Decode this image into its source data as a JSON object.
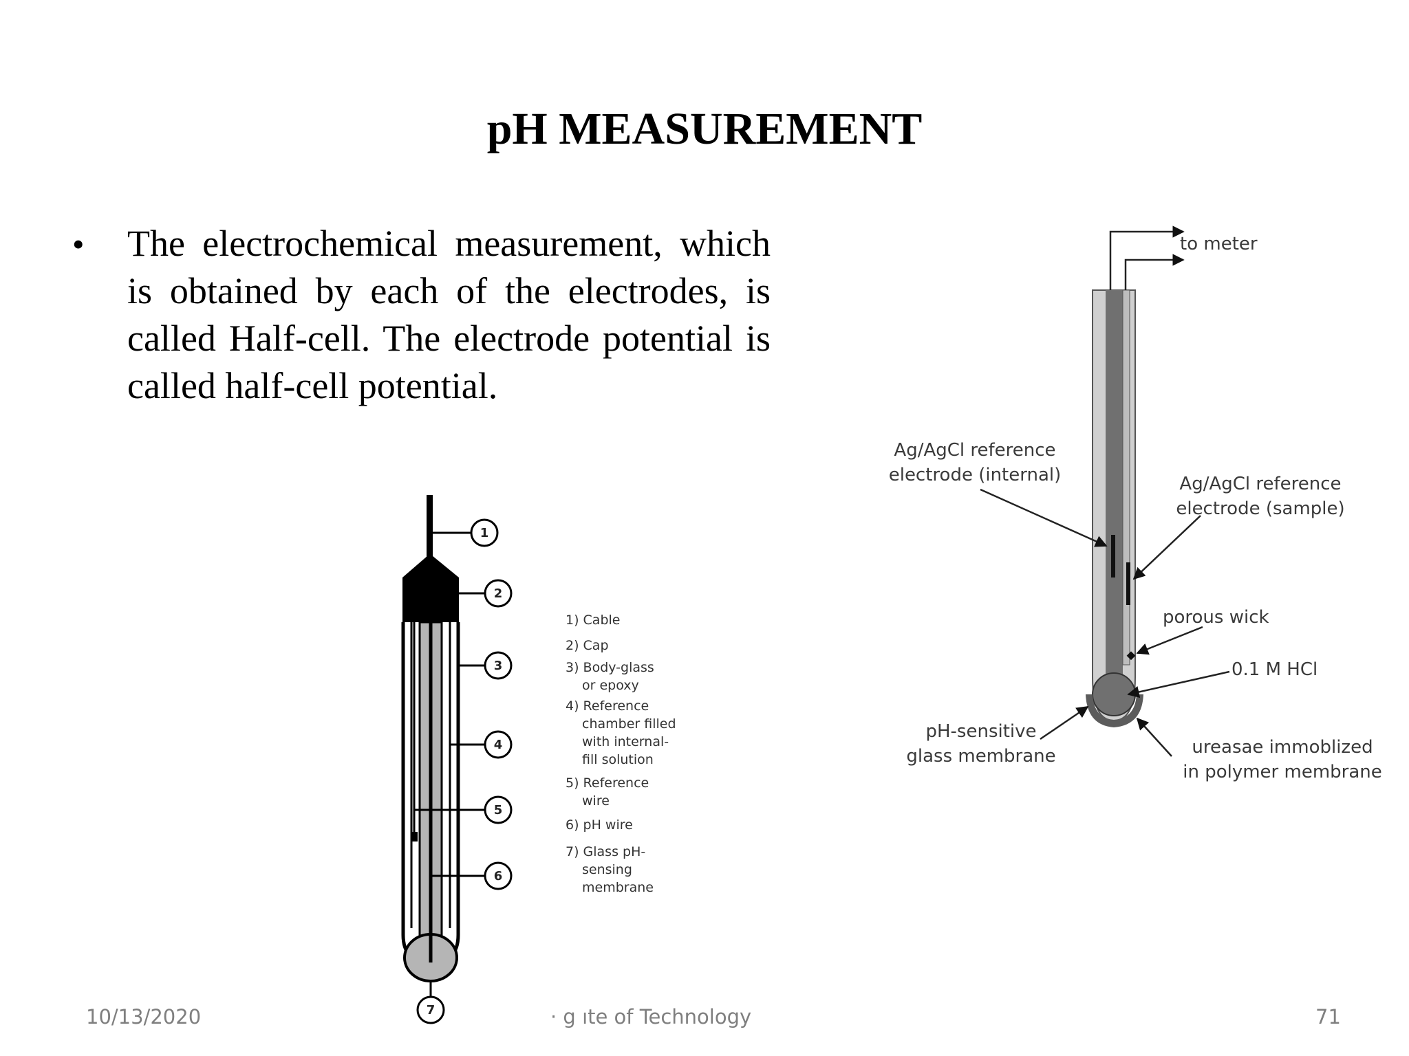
{
  "slide": {
    "title": "pH MEASUREMENT",
    "bullet": "The electrochemical measurement, which is obtained by each of the electrodes, is called Half-cell. The electrode potential is called half-cell potential.",
    "footer": {
      "date": "10/13/2020",
      "institution": "· g     ıte of Technology",
      "page": "71"
    }
  },
  "left_figure": {
    "numbers": [
      "1",
      "2",
      "3",
      "4",
      "5",
      "6",
      "7"
    ],
    "legend": [
      [
        "1) Cable"
      ],
      [
        "2) Cap"
      ],
      [
        "3) Body-glass",
        "or epoxy"
      ],
      [
        "4) Reference",
        "chamber filled",
        "with internal-",
        "fill solution"
      ],
      [
        "5) Reference",
        "wire"
      ],
      [
        "6) pH wire"
      ],
      [
        "7) Glass pH-",
        "sensing",
        "membrane"
      ]
    ]
  },
  "right_figure": {
    "to_meter": "to meter",
    "ref_internal": [
      "Ag/AgCl reference",
      "electrode (internal)"
    ],
    "ref_sample": [
      "Ag/AgCl reference",
      "electrode (sample)"
    ],
    "porous_wick": "porous wick",
    "hcl": "0.1 M HCl",
    "glass_membrane": [
      "pH-sensitive",
      "glass membrane"
    ],
    "urease": [
      "ureasae immoblized",
      "in polymer membrane"
    ]
  },
  "colors": {
    "title": "#000000",
    "footer": "#7f7f7f",
    "light_grey": "#c8c8c8",
    "dark_grey": "#6e6e6e"
  }
}
